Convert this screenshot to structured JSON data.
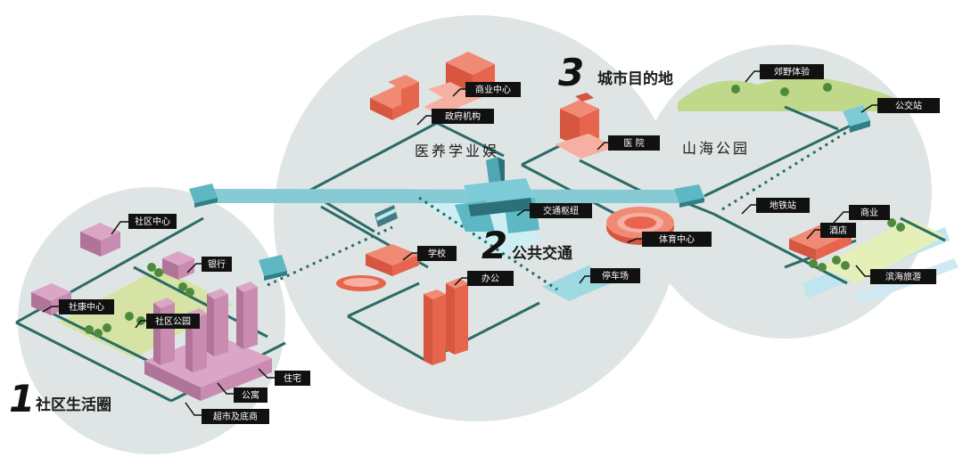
{
  "colors": {
    "circle": "#dfe5e5",
    "road": "#2a6b66",
    "transit": "#7ccbd6",
    "building_red": "#e8654d",
    "building_pink": "#c98bb0",
    "park": "#c9dc8f",
    "tree": "#4e8a3c",
    "label_bg": "#111111",
    "label_text": "#ffffff"
  },
  "zones": [
    {
      "number": "1",
      "title": "社区生活圈"
    },
    {
      "number": "2",
      "title": "公共交通"
    },
    {
      "number": "3",
      "title": "城市目的地"
    }
  ],
  "districts": {
    "center": "医养学业娱",
    "right": "山海公园"
  },
  "labels": {
    "shequ_zhongxin": "社区中心",
    "yinhang": "银行",
    "shekang_zhongxin": "社康中心",
    "shequ_gongyuan": "社区公园",
    "zhuzhai": "住宅",
    "gongyu": "公寓",
    "chaoshi": "超市及底商",
    "shangye_zhongxin": "商业中心",
    "zhengfu_jigou": "政府机构",
    "yiyuan": "医 院",
    "jiaotong_shuniu": "交通枢纽",
    "xuexiao": "学校",
    "tiyu_zhongxin": "体育中心",
    "bangong": "办公",
    "tingchechang": "停车场",
    "jiaoye_tiyan": "郊野体验",
    "gongjiaozhan": "公交站",
    "ditiezhan": "地铁站",
    "shangye": "商业",
    "jiudian": "酒店",
    "binhai_lvyou": "滨海旅游"
  }
}
